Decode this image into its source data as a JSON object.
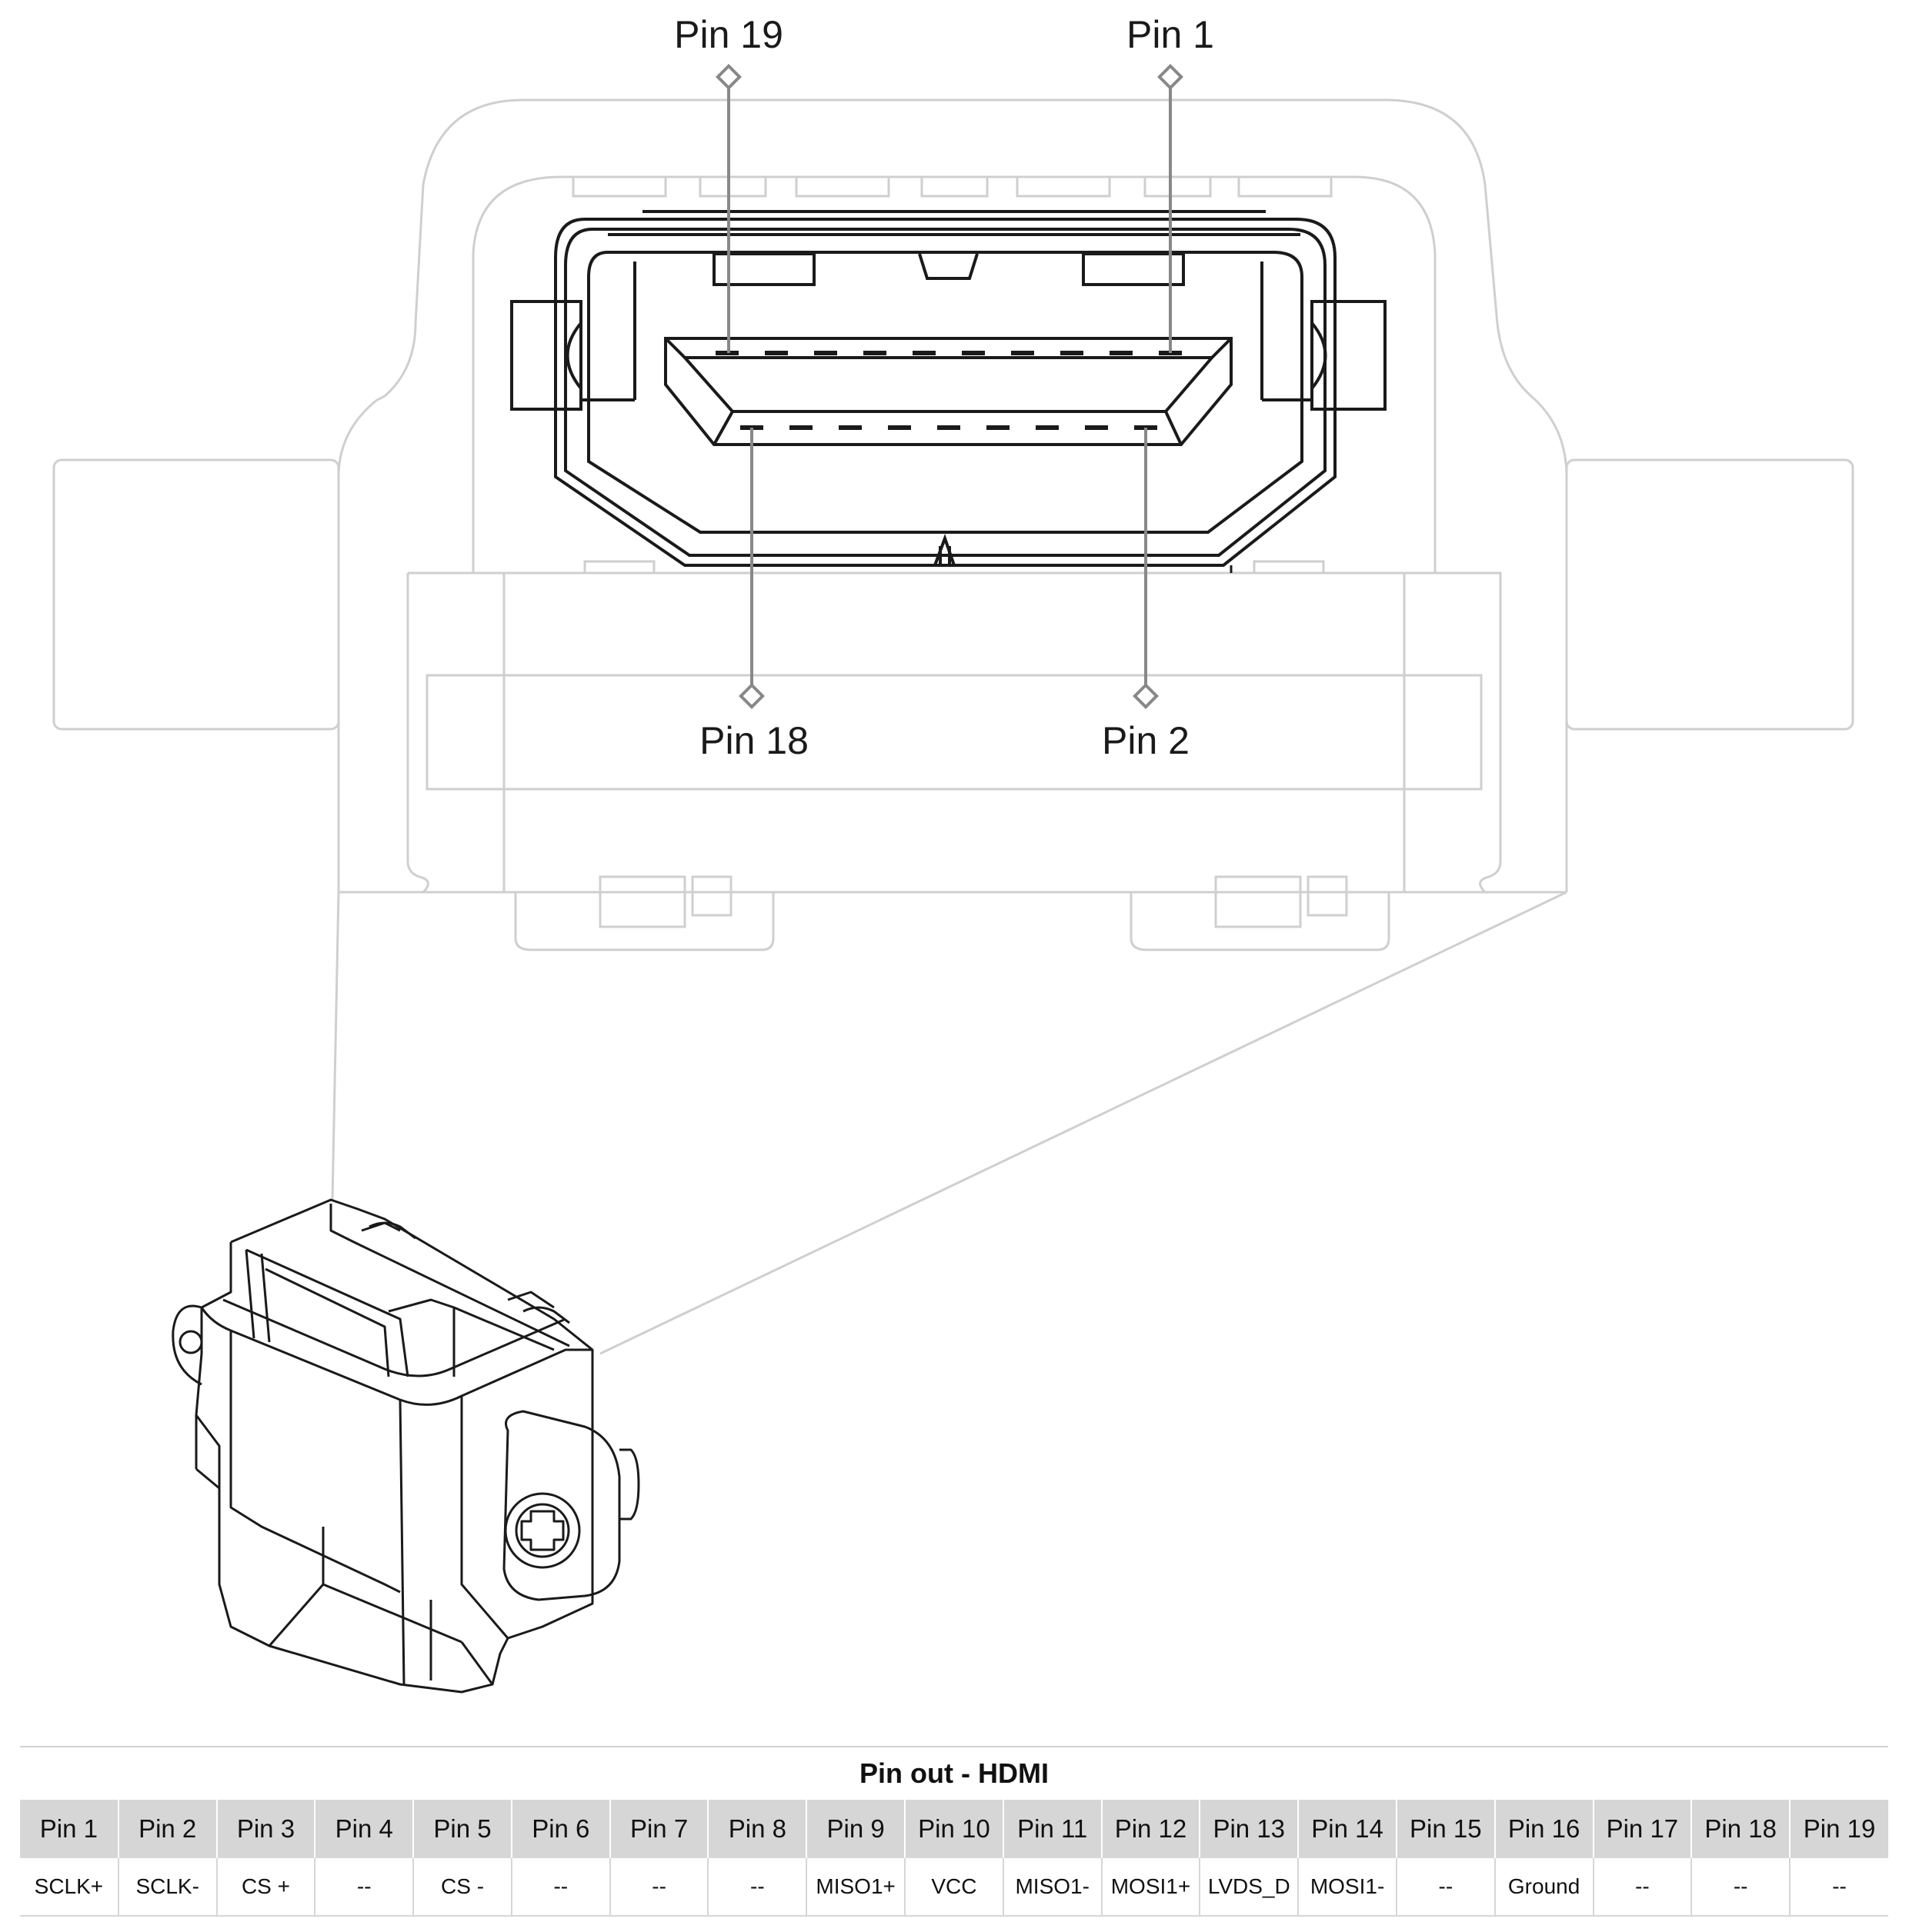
{
  "callouts": {
    "pin19": "Pin 19",
    "pin1": "Pin 1",
    "pin18": "Pin 18",
    "pin2": "Pin 2"
  },
  "pinout": {
    "title": "Pin out - HDMI",
    "pins": [
      "Pin 1",
      "Pin 2",
      "Pin 3",
      "Pin 4",
      "Pin 5",
      "Pin 6",
      "Pin 7",
      "Pin 8",
      "Pin 9",
      "Pin 10",
      "Pin 11",
      "Pin 12",
      "Pin 13",
      "Pin 14",
      "Pin 15",
      "Pin 16",
      "Pin 17",
      "Pin 18",
      "Pin 19"
    ],
    "signals": [
      "SCLK+",
      "SCLK-",
      "CS +",
      "--",
      "CS -",
      "--",
      "--",
      "--",
      "MISO1+",
      "VCC",
      "MISO1-",
      "MOSI1+",
      "LVDS_D",
      "MOSI1-",
      "--",
      "Ground",
      "--",
      "--",
      "--"
    ]
  },
  "colors": {
    "outline_dark": "#1a1a1a",
    "outline_light": "#cfcfcf",
    "leader_line": "#888888",
    "header_fill": "#d6d6d6"
  }
}
